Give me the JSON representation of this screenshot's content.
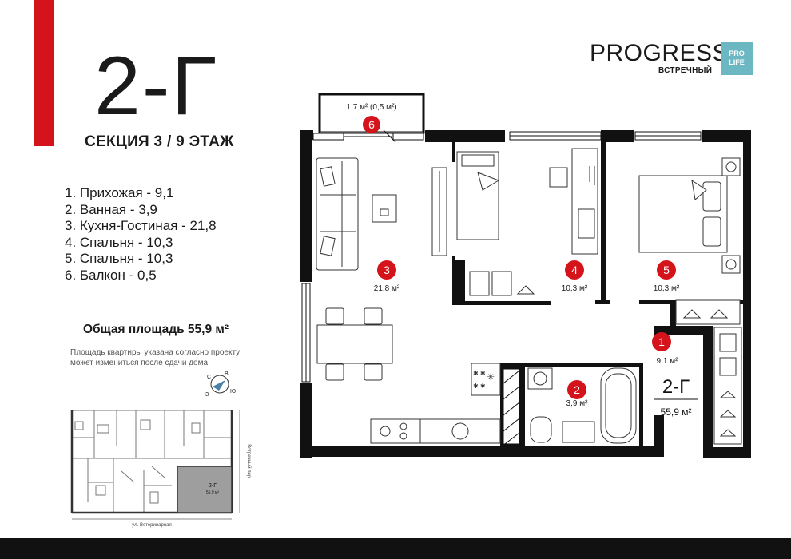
{
  "apartment": {
    "title": "2-Г",
    "section_floor": "СЕКЦИЯ 3 / 9 ЭТАЖ",
    "rooms": [
      {
        "text": "1. Прихожая - 9,1"
      },
      {
        "text": "2. Ванная - 3,9"
      },
      {
        "text": "3. Кухня-Гостиная - 21,8"
      },
      {
        "text": "4. Спальня - 10,3"
      },
      {
        "text": "5. Спальня - 10,3"
      },
      {
        "text": "6. Балкон - 0,5"
      }
    ],
    "total_area": "Общая площадь 55,9 м²",
    "disclaimer_line1": "Площадь квартиры указана согласно проекту,",
    "disclaimer_line2": "может измениться после сдачи дома"
  },
  "brand": {
    "name": "PROGRESS",
    "badge_line1": "PRO",
    "badge_line2": "LIFE",
    "subtitle": "ВСТРЕЧНЫЙ"
  },
  "compass": {
    "n": "С",
    "e": "В",
    "s": "Ю",
    "w": "З"
  },
  "plan": {
    "rooms": [
      {
        "num": "1",
        "area": "9,1 м²"
      },
      {
        "num": "2",
        "area": "3,9 м²"
      },
      {
        "num": "3",
        "area": "21,8 м²"
      },
      {
        "num": "4",
        "area": "10,3 м²"
      },
      {
        "num": "5",
        "area": "10,3 м²"
      },
      {
        "num": "6",
        "area": "1,7 м² (0,5 м²)"
      }
    ],
    "apt_label": "2-Г",
    "apt_area": "55,9 м²"
  },
  "key_plan": {
    "street_bottom": "ул. Ветеринарная",
    "street_right": "Встречный пер.",
    "apt_label": "2-Г",
    "apt_area": "55,9 м²"
  },
  "colors": {
    "accent_red": "#d4141a",
    "badge_teal": "#6bb8c3",
    "wall": "#111111",
    "highlight_gray": "#9e9e9e"
  }
}
